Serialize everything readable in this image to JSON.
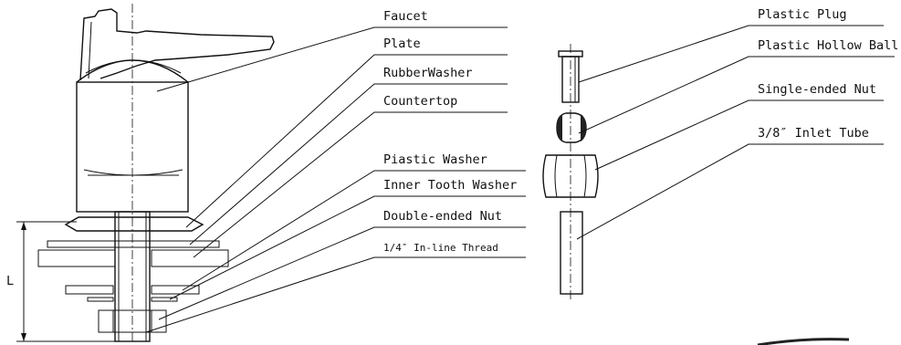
{
  "labels": {
    "faucet": "Faucet",
    "plate": "Plate",
    "rubber_washer": "RubberWasher",
    "countertop": "Countertop",
    "plastic_washer": "Piastic Washer",
    "inner_tooth_washer": "Inner Tooth Washer",
    "double_ended_nut": "Double-ended Nut",
    "inline_thread": "1/4″ In-line Thread",
    "plastic_plug": "Plastic Plug",
    "plastic_hollow_ball": "Plastic Hollow Ball",
    "single_ended_nut": "Single-ended Nut",
    "inlet_tube": "3/8″ Inlet Tube"
  },
  "dimension_label": "L"
}
